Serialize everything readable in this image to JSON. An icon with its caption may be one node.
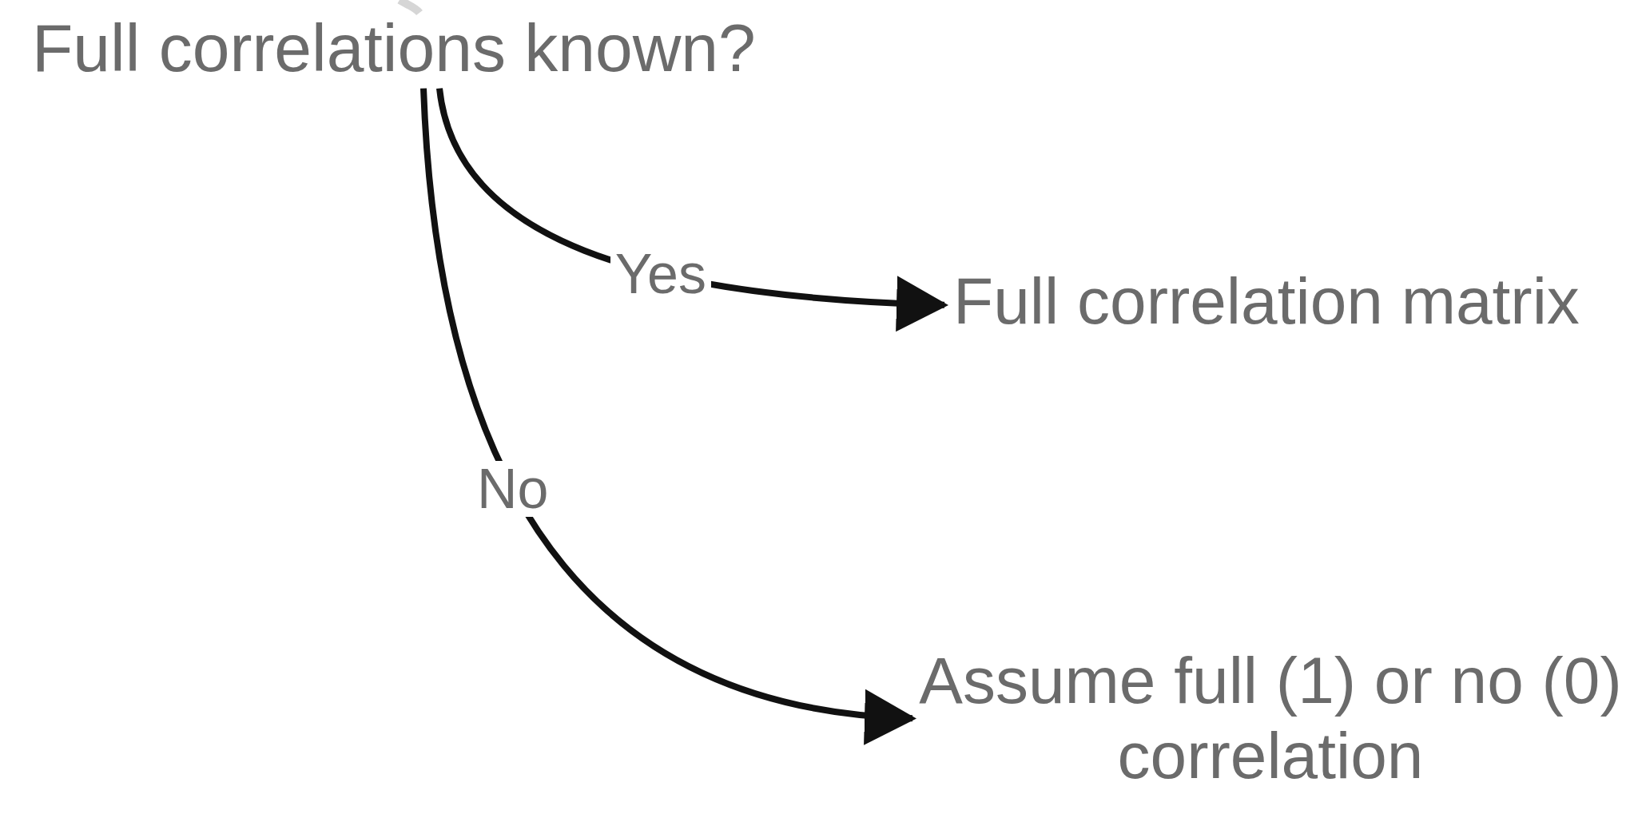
{
  "diagram": {
    "nodes": [
      {
        "text": [
          "Full correlations known?"
        ]
      },
      {
        "text": [
          "Full correlation matrix"
        ]
      },
      {
        "text": [
          "Assume full (1) or no (0) correlation"
        ]
      }
    ],
    "edges": [
      {
        "from": null,
        "to": 0,
        "arrow": "none",
        "color": "#d6d6d6"
      },
      {
        "from": 0,
        "to": 1,
        "arrow": "to",
        "label": "Yes"
      },
      {
        "from": 0,
        "to": 2,
        "arrow": "to",
        "label": "No"
      }
    ]
  }
}
